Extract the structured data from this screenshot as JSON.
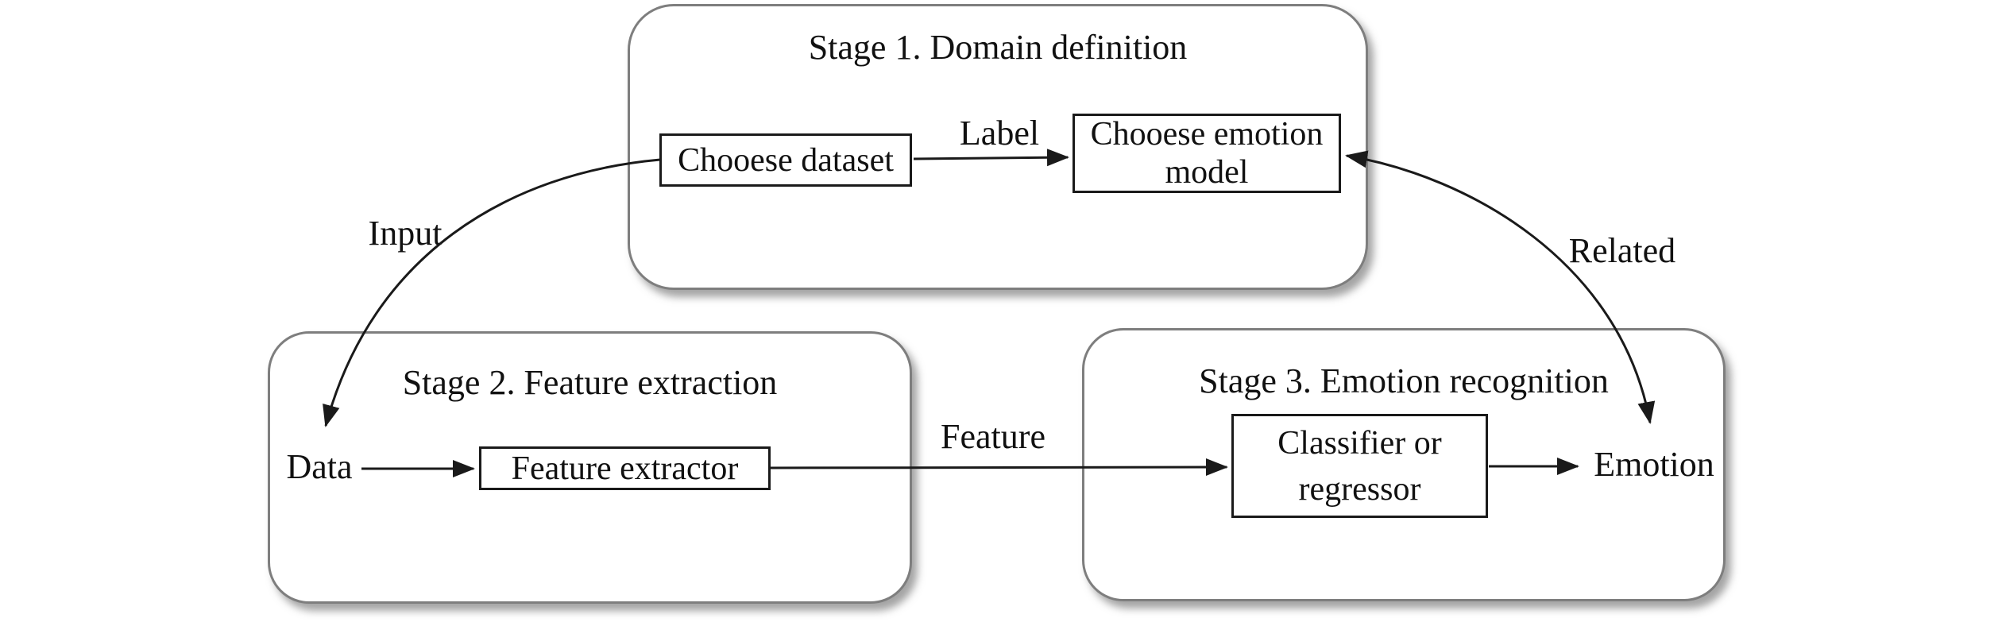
{
  "colors": {
    "background": "#ffffff",
    "arrow_stroke": "#1a1a1a",
    "stage_border": "#7e7e7e",
    "node_border": "#1a1a1a",
    "text": "#111111"
  },
  "stages": {
    "stage1": {
      "title": "Stage 1. Domain definition"
    },
    "stage2": {
      "title": "Stage 2. Feature extraction"
    },
    "stage3": {
      "title": "Stage 3. Emotion recognition"
    }
  },
  "nodes": {
    "dataset": "Chooese dataset",
    "emotion_model": "Chooese emotion model",
    "data": "Data",
    "feature_extractor": "Feature extractor",
    "classifier": "Classifier or regressor",
    "emotion": "Emotion"
  },
  "edge_labels": {
    "label": "Label",
    "input": "Input",
    "feature": "Feature",
    "related": "Related"
  }
}
